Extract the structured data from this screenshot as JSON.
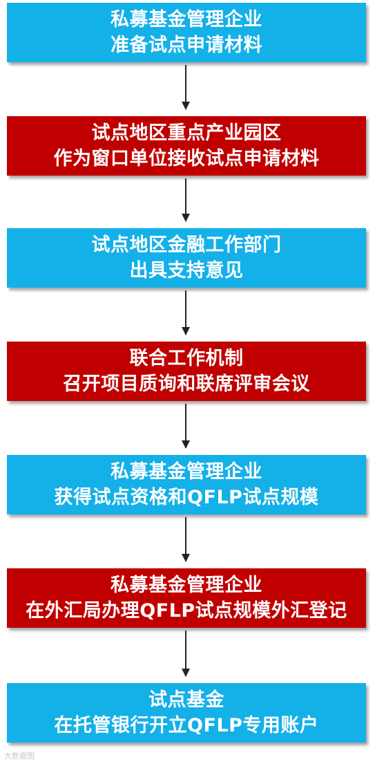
{
  "steps": [
    {
      "color": "blue",
      "line1": "私募基金管理企业",
      "line2": "准备试点申请材料"
    },
    {
      "color": "red",
      "line1": "试点地区重点产业园区",
      "line2": "作为窗口单位接收试点申请材料"
    },
    {
      "color": "blue",
      "line1": "试点地区金融工作部门",
      "line2": "出具支持意见"
    },
    {
      "color": "red",
      "line1": "联合工作机制",
      "line2": "召开项目质询和联席评审会议"
    },
    {
      "color": "blue",
      "line1": "私募基金管理企业",
      "line2": "获得试点资格和QFLP试点规模"
    },
    {
      "color": "red",
      "line1": "私募基金管理企业",
      "line2": "在外汇局办理QFLP试点规模外汇登记"
    },
    {
      "color": "blue",
      "line1": "试点基金",
      "line2": "在托管银行开立QFLP专用账户"
    }
  ],
  "colors": {
    "blue": "#14b0e8",
    "red": "#c00000",
    "arrow": "#222222"
  },
  "watermark": "大数据图"
}
